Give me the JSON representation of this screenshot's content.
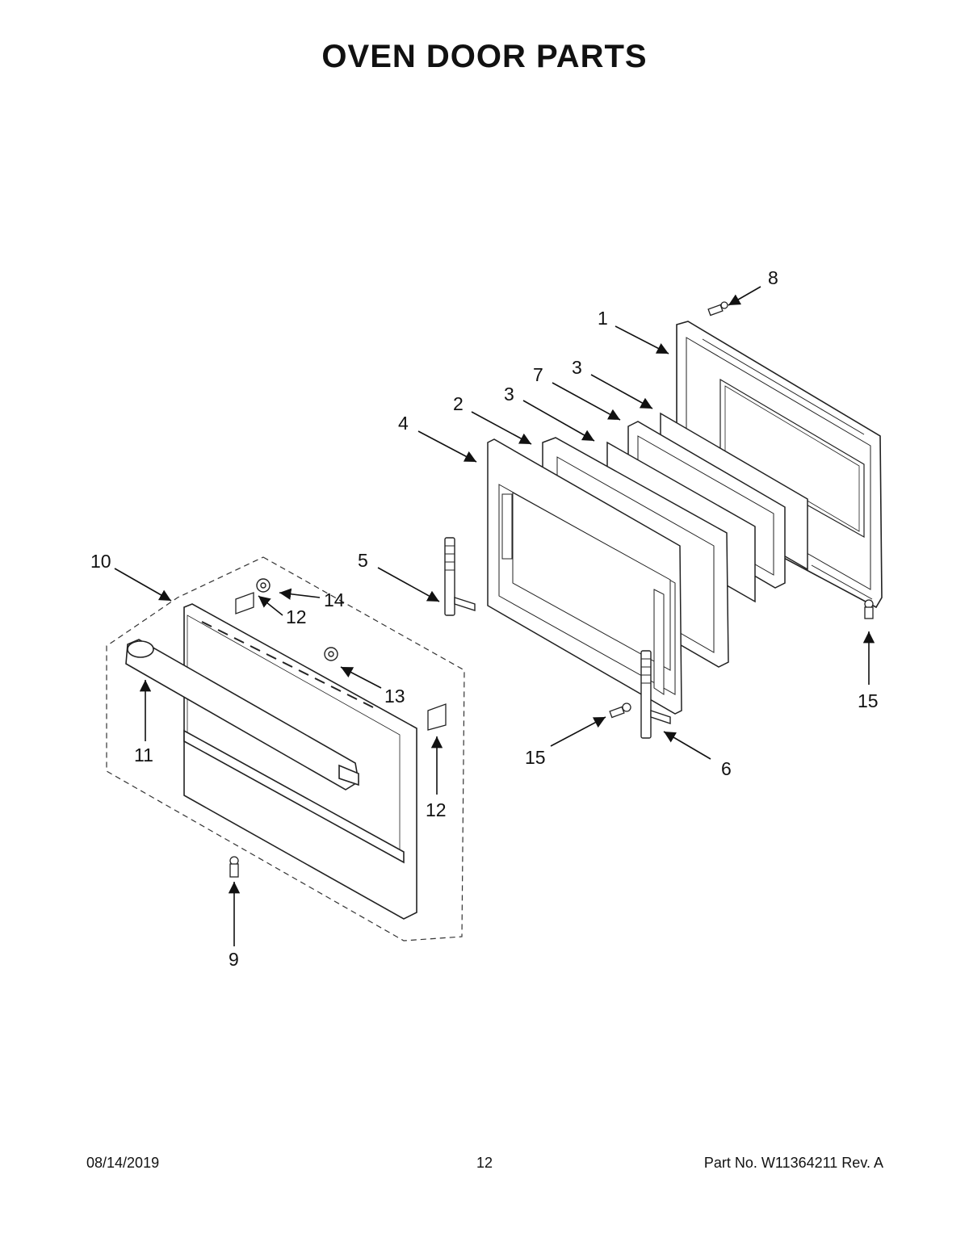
{
  "title": "OVEN DOOR PARTS",
  "footer": {
    "date": "08/14/2019",
    "page": "12",
    "part": "Part No.  W11364211  Rev.  A"
  },
  "callouts": [
    {
      "id": "c1",
      "label": "1"
    },
    {
      "id": "c2",
      "label": "2"
    },
    {
      "id": "c3a",
      "label": "3"
    },
    {
      "id": "c3b",
      "label": "3"
    },
    {
      "id": "c4",
      "label": "4"
    },
    {
      "id": "c5",
      "label": "5"
    },
    {
      "id": "c6",
      "label": "6"
    },
    {
      "id": "c7",
      "label": "7"
    },
    {
      "id": "c8",
      "label": "8"
    },
    {
      "id": "c9",
      "label": "9"
    },
    {
      "id": "c10",
      "label": "10"
    },
    {
      "id": "c11",
      "label": "11"
    },
    {
      "id": "c12a",
      "label": "12"
    },
    {
      "id": "c12b",
      "label": "12"
    },
    {
      "id": "c13",
      "label": "13"
    },
    {
      "id": "c14",
      "label": "14"
    },
    {
      "id": "c15a",
      "label": "15"
    },
    {
      "id": "c15b",
      "label": "15"
    }
  ]
}
